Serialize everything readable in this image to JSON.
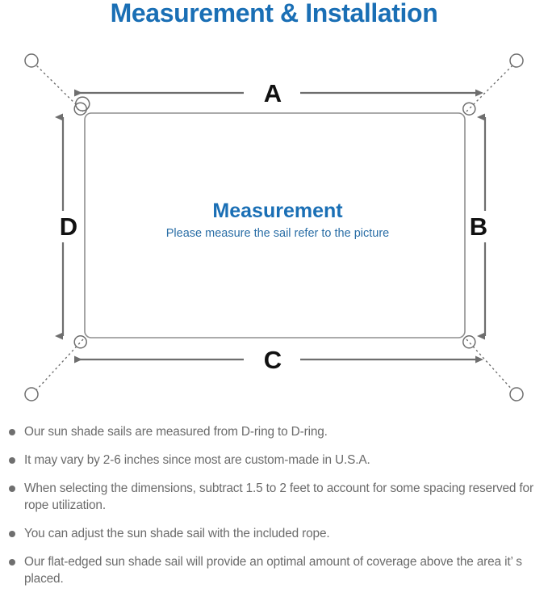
{
  "page": {
    "title": "Measurement & Installation",
    "title_color": "#1a6fb5",
    "background": "#ffffff"
  },
  "diagram": {
    "name": "sun-shade-sail-measurement-diagram",
    "stroke_color": "#6e6e6e",
    "sail_stroke_color": "#8a8a8a",
    "center": {
      "heading": "Measurement",
      "heading_color": "#1a6fb5",
      "subheading": "Please measure the sail refer to the picture",
      "subheading_color": "#2a6ea6"
    },
    "dimension_labels": [
      {
        "id": "A",
        "label": "A",
        "edge": "top"
      },
      {
        "id": "B",
        "label": "B",
        "edge": "right"
      },
      {
        "id": "C",
        "label": "C",
        "edge": "bottom"
      },
      {
        "id": "D",
        "label": "D",
        "edge": "left"
      }
    ],
    "anchor_points": [
      {
        "id": "top-left",
        "label": ""
      },
      {
        "id": "top-right",
        "label": ""
      },
      {
        "id": "bottom-left",
        "label": ""
      },
      {
        "id": "bottom-right",
        "label": ""
      }
    ],
    "d_rings": [
      {
        "id": "d-ring-top-left"
      },
      {
        "id": "d-ring-top-right"
      },
      {
        "id": "d-ring-bottom-left"
      },
      {
        "id": "d-ring-bottom-right"
      }
    ]
  },
  "notes": {
    "bullet_color": "#6f6f6f",
    "text_color": "#6b6b6b",
    "items": [
      "Our sun shade sails are measured from D-ring to D-ring.",
      "It may vary by 2-6 inches since most are custom-made in U.S.A.",
      "When selecting the dimensions, subtract 1.5 to 2 feet to account for some spacing reserved for rope utilization.",
      "You can adjust the sun shade sail with the included rope.",
      "Our flat-edged sun shade sail will provide an optimal amount of coverage above the area it’  s placed."
    ]
  }
}
